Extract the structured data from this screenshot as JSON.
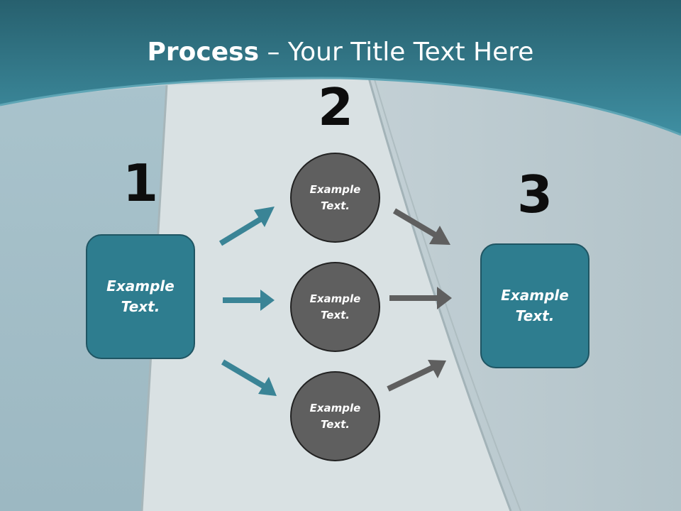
{
  "title": {
    "bold": "Process",
    "rest": " – Your Title Text Here"
  },
  "steps": [
    {
      "number": "1",
      "label": "Example Text."
    },
    {
      "number": "2"
    },
    {
      "number": "3",
      "label": "Example Text."
    }
  ],
  "circles": [
    {
      "label": "Example Text."
    },
    {
      "label": "Example Text."
    },
    {
      "label": "Example Text."
    }
  ],
  "colors": {
    "header_teal": "#2d7383",
    "box_fill": "#2e7d8f",
    "box_border": "#1f5563",
    "circle_fill": "#5f5f5f",
    "arrow_teal": "#3a8496",
    "arrow_gray": "#5f5f5f"
  }
}
